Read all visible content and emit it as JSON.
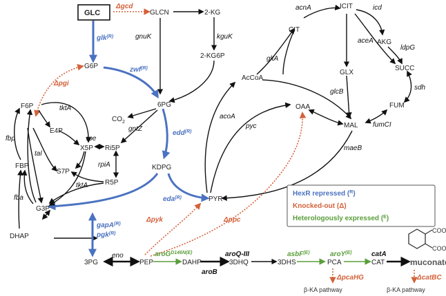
{
  "metabolites": {
    "glc": "GLC",
    "glcn": "GLCN",
    "kg2": "2-KG",
    "kg2_6p": "2-KG6P",
    "g6p": "G6P",
    "pg6": "6PG",
    "co2": "CO",
    "co2_sub": "2",
    "f6p": "F6P",
    "e4p": "E4P",
    "x5p": "X5P",
    "ri5p": "Ri5P",
    "fbp": "FBP",
    "s7p": "S7P",
    "r5p": "R5P",
    "kdpg": "KDPG",
    "g3p": "G3P",
    "dhap": "DHAP",
    "pyr": "PYR",
    "pg3": "3PG",
    "pep": "PEP",
    "dahp": "DAHP",
    "dhq3": "3DHQ",
    "dhs3": "3DHS",
    "pca": "PCA",
    "cat": "CAT",
    "muconate": "muconate",
    "accoa": "AcCoA",
    "oaa": "OAA",
    "mal": "MAL",
    "cit": "CIT",
    "icit": "ICIT",
    "akg": "AKG",
    "succ": "SUCC",
    "fum": "FUM",
    "glx": "GLX",
    "coo1": "COO",
    "coo2": "COO",
    "coo_minus": "-",
    "bka1": "β-KA pathway",
    "bka2": "β-KA pathway"
  },
  "enzymes": {
    "gnuk": "gnuK",
    "kguk": "kguK",
    "tkta1": "tktA",
    "tkta2": "tktA",
    "rpe": "rpe",
    "gntz": "gntZ",
    "tal": "tal",
    "rpia": "rpiA",
    "fbp": "fbp",
    "fba": "fba",
    "eno": "eno",
    "acoa": "acoA",
    "pyc": "pyc",
    "glta": "gltA",
    "acna": "acnA",
    "icd": "icd",
    "acea": "aceA",
    "ldpg": "ldpG",
    "sdh": "sdh",
    "glcb": "glcB",
    "fumci": "fumCI",
    "maeb": "maeB",
    "aroqiii": "aroQ-III",
    "arob": "aroB",
    "cata": "catA"
  },
  "hexr_regulated": {
    "glk": "glk",
    "zwf": "zwf",
    "edd": "edd",
    "eda": "eda",
    "gapa": "gapA",
    "pgk": "pgk",
    "sup": "(R)"
  },
  "knockouts": {
    "gcd": "Δgcd",
    "pgi": "Δpgi",
    "pyk": "Δpyk",
    "ppc": "Δppc",
    "pcahg": "ΔpcaHG",
    "catbc": "ΔcatBC"
  },
  "heterologous": {
    "arog": "aroG",
    "arog_sup": "D146N(E)",
    "asbf": "asbF",
    "aroy": "aroY",
    "sup": "(E)"
  },
  "legend": {
    "hexr": "HexR repressed (",
    "hexr_sup": "R",
    "ko": "Knocked-out (Δ)",
    "het": "Heterologously expressed (",
    "het_sup": "E",
    "close": ")"
  },
  "colors": {
    "blue": "#4a72c0",
    "red": "#d4613a",
    "green": "#5a9e3a",
    "black": "#111111"
  }
}
